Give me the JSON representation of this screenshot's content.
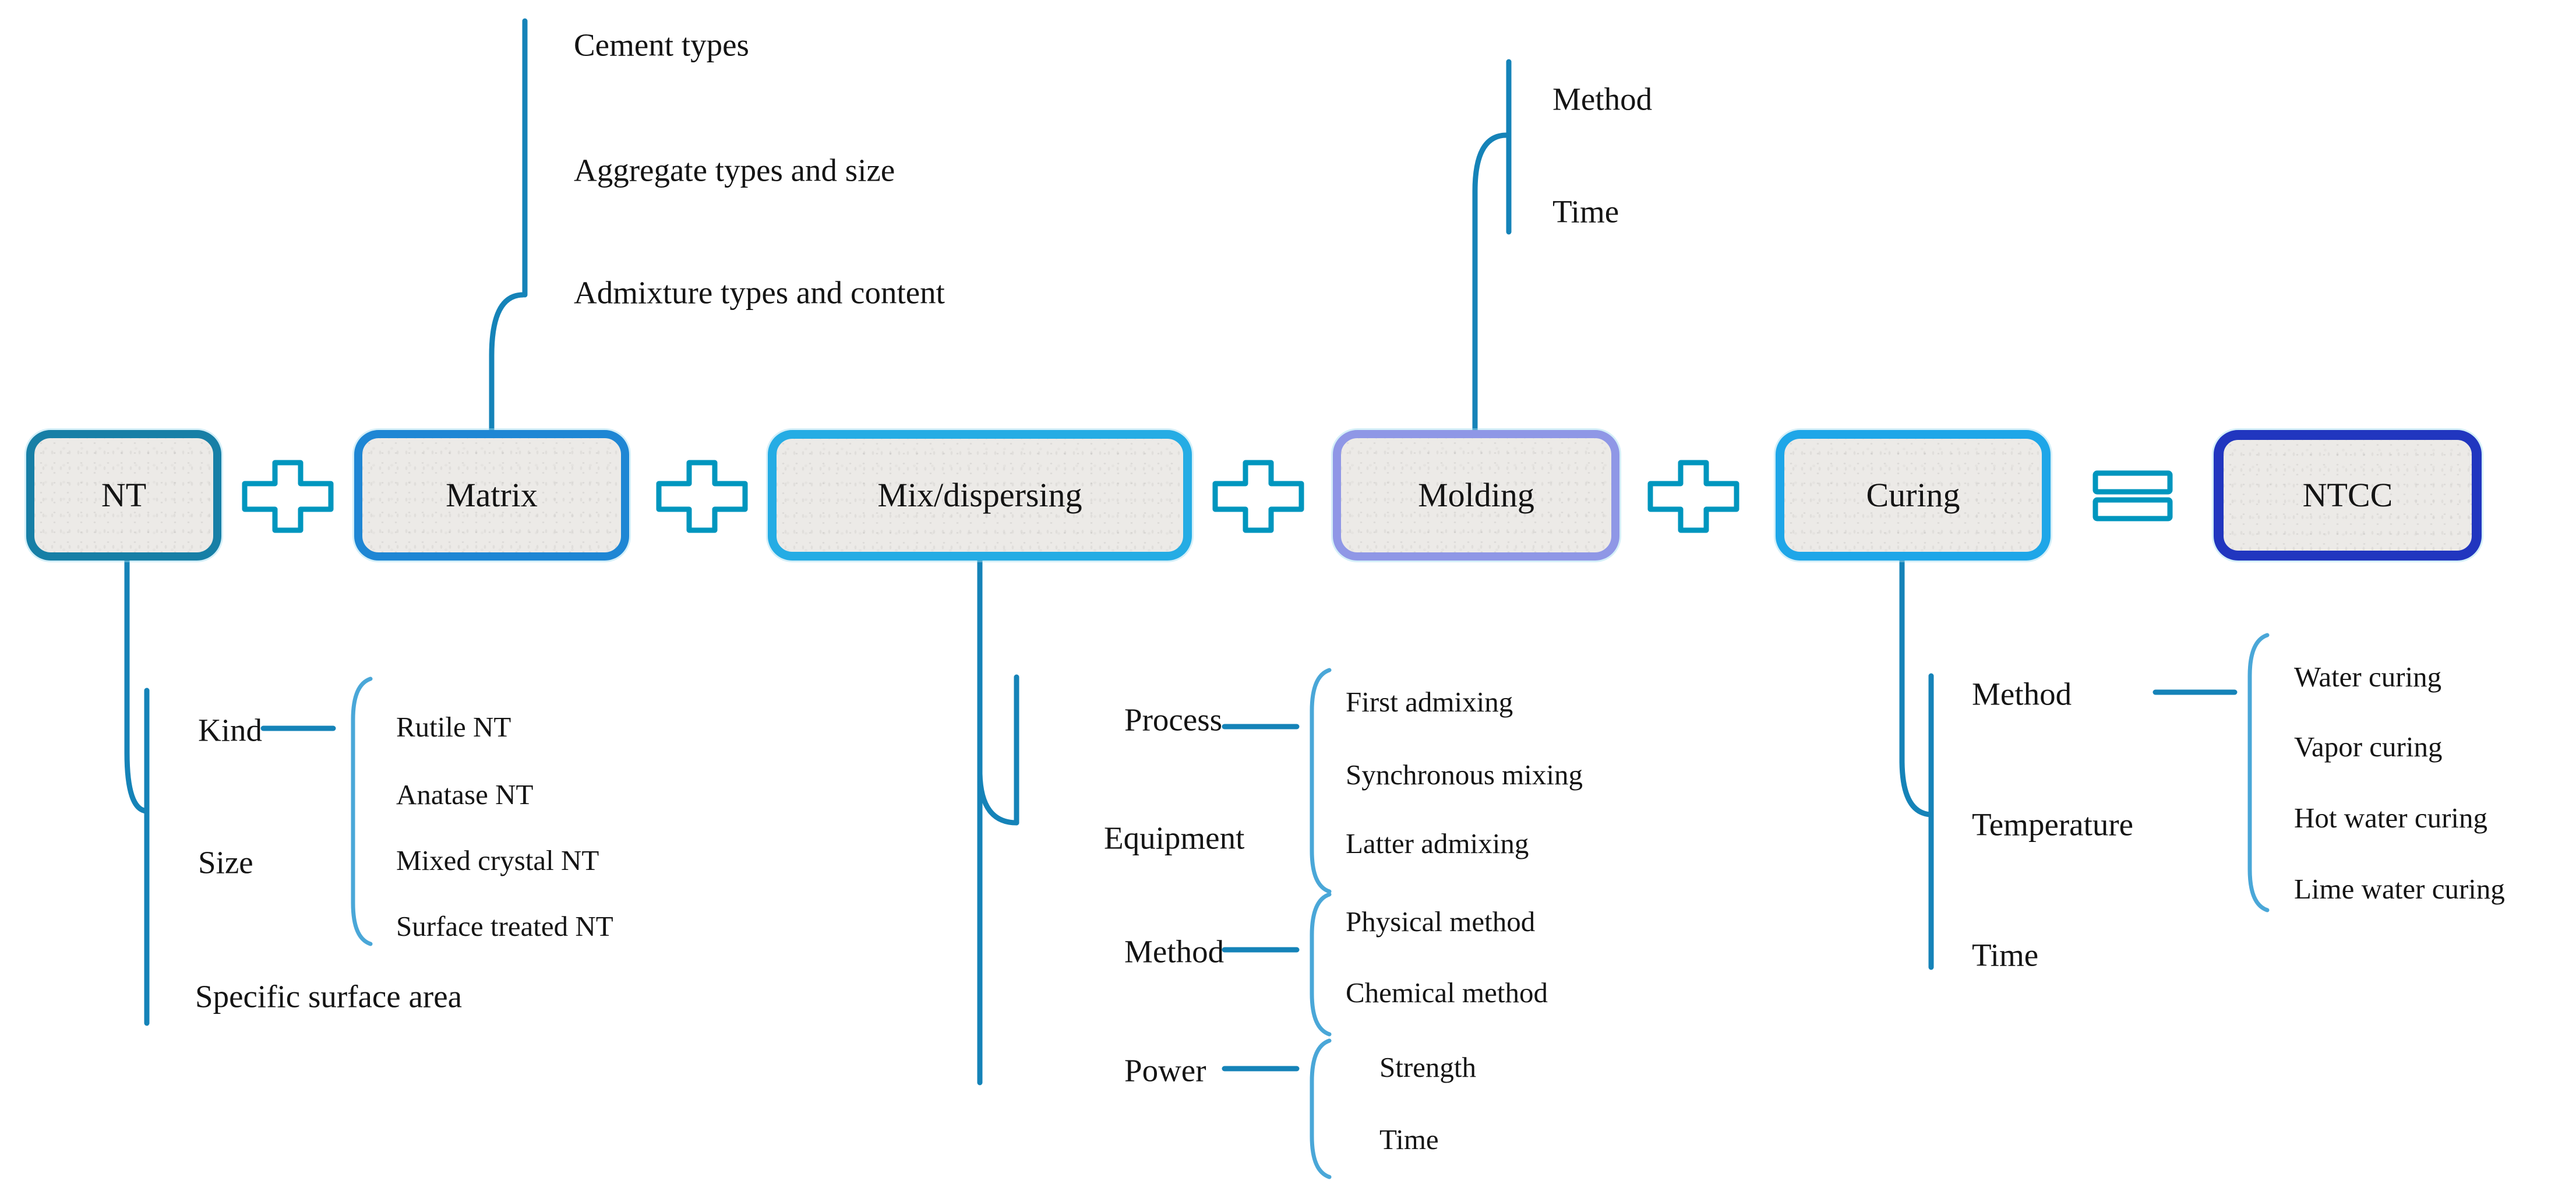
{
  "diagram": {
    "title_semantics": "NTCC composition flow diagram",
    "boxes": [
      {
        "label": "NT"
      },
      {
        "label": "Matrix"
      },
      {
        "label": "Mix/dispersing"
      },
      {
        "label": "Molding"
      },
      {
        "label": "Curing"
      },
      {
        "label": "NTCC"
      }
    ],
    "operators": [
      {
        "name": "plus-icon",
        "symbol": "+"
      },
      {
        "name": "plus-icon",
        "symbol": "+"
      },
      {
        "name": "plus-icon",
        "symbol": "+"
      },
      {
        "name": "plus-icon",
        "symbol": "+"
      },
      {
        "name": "equals-icon",
        "symbol": "="
      }
    ],
    "matrix_branch": {
      "items": [
        "Cement types",
        "Aggregate types and size",
        "Admixture types and content"
      ]
    },
    "molding_branch": {
      "items": [
        "Method",
        "Time"
      ]
    },
    "nt_branch": {
      "items": [
        "Kind",
        "Size",
        "Specific surface area"
      ],
      "kind_options": [
        "Rutile NT",
        "Anatase NT",
        "Mixed crystal NT",
        "Surface treated NT"
      ]
    },
    "mix_branch": {
      "process_label": "Process",
      "equipment_label": "Equipment",
      "process_options": [
        "First admixing",
        "Synchronous mixing",
        "Latter admixing"
      ],
      "method_label": "Method",
      "method_options": [
        "Physical method",
        "Chemical method"
      ],
      "power_label": "Power",
      "power_options": [
        "Strength",
        "Time"
      ]
    },
    "curing_branch": {
      "items": [
        "Method",
        "Temperature",
        "Time"
      ],
      "method_options": [
        "Water curing",
        "Vapor curing",
        "Hot water curing",
        "Lime water curing"
      ]
    },
    "colors": {
      "nt_border": "#177fa6",
      "matrix_border": "#1e86d4",
      "mix_border": "#25ace4",
      "molding_border": "#8f97e6",
      "curing_border": "#1ea6e8",
      "ntcc_border": "#2136bf",
      "operator": "#0096be",
      "line": "#1583b8",
      "bracket": "#4aa7d8",
      "box_fill": "#eceae7",
      "text": "#141414"
    }
  }
}
